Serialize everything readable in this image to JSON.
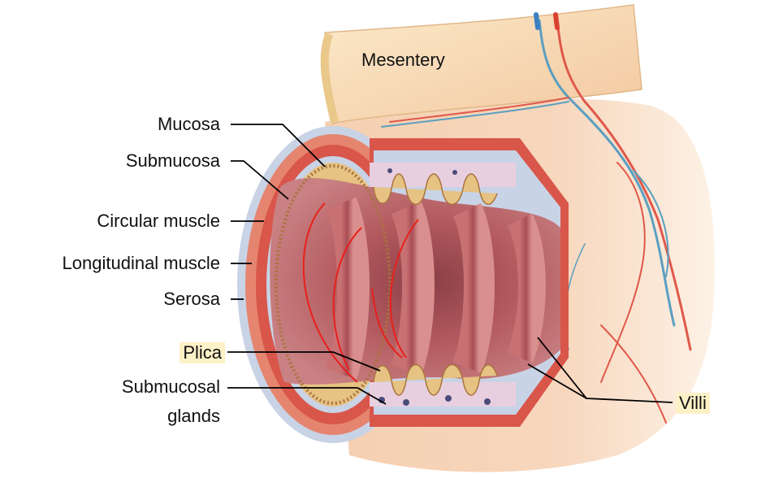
{
  "diagram": {
    "labels": {
      "mesentery": "Mesentery",
      "mucosa": "Mucosa",
      "submucosa": "Submucosa",
      "circular_muscle": "Circular muscle",
      "longitudinal_muscle": "Longitudinal muscle",
      "serosa": "Serosa",
      "plica": "Plica",
      "submucosal_glands_line1": "Submucosal",
      "submucosal_glands_line2": "glands",
      "villi": "Villi"
    },
    "colors": {
      "highlight": "#fdf1c7",
      "muscle": "#d9564a",
      "mucosa": "#b85a5e",
      "serosa_band": "#c9d3e6",
      "villi": "#e6c283",
      "annotation_pen": "#e8201c",
      "label_text": "#111111",
      "leader_line": "#000000"
    }
  }
}
